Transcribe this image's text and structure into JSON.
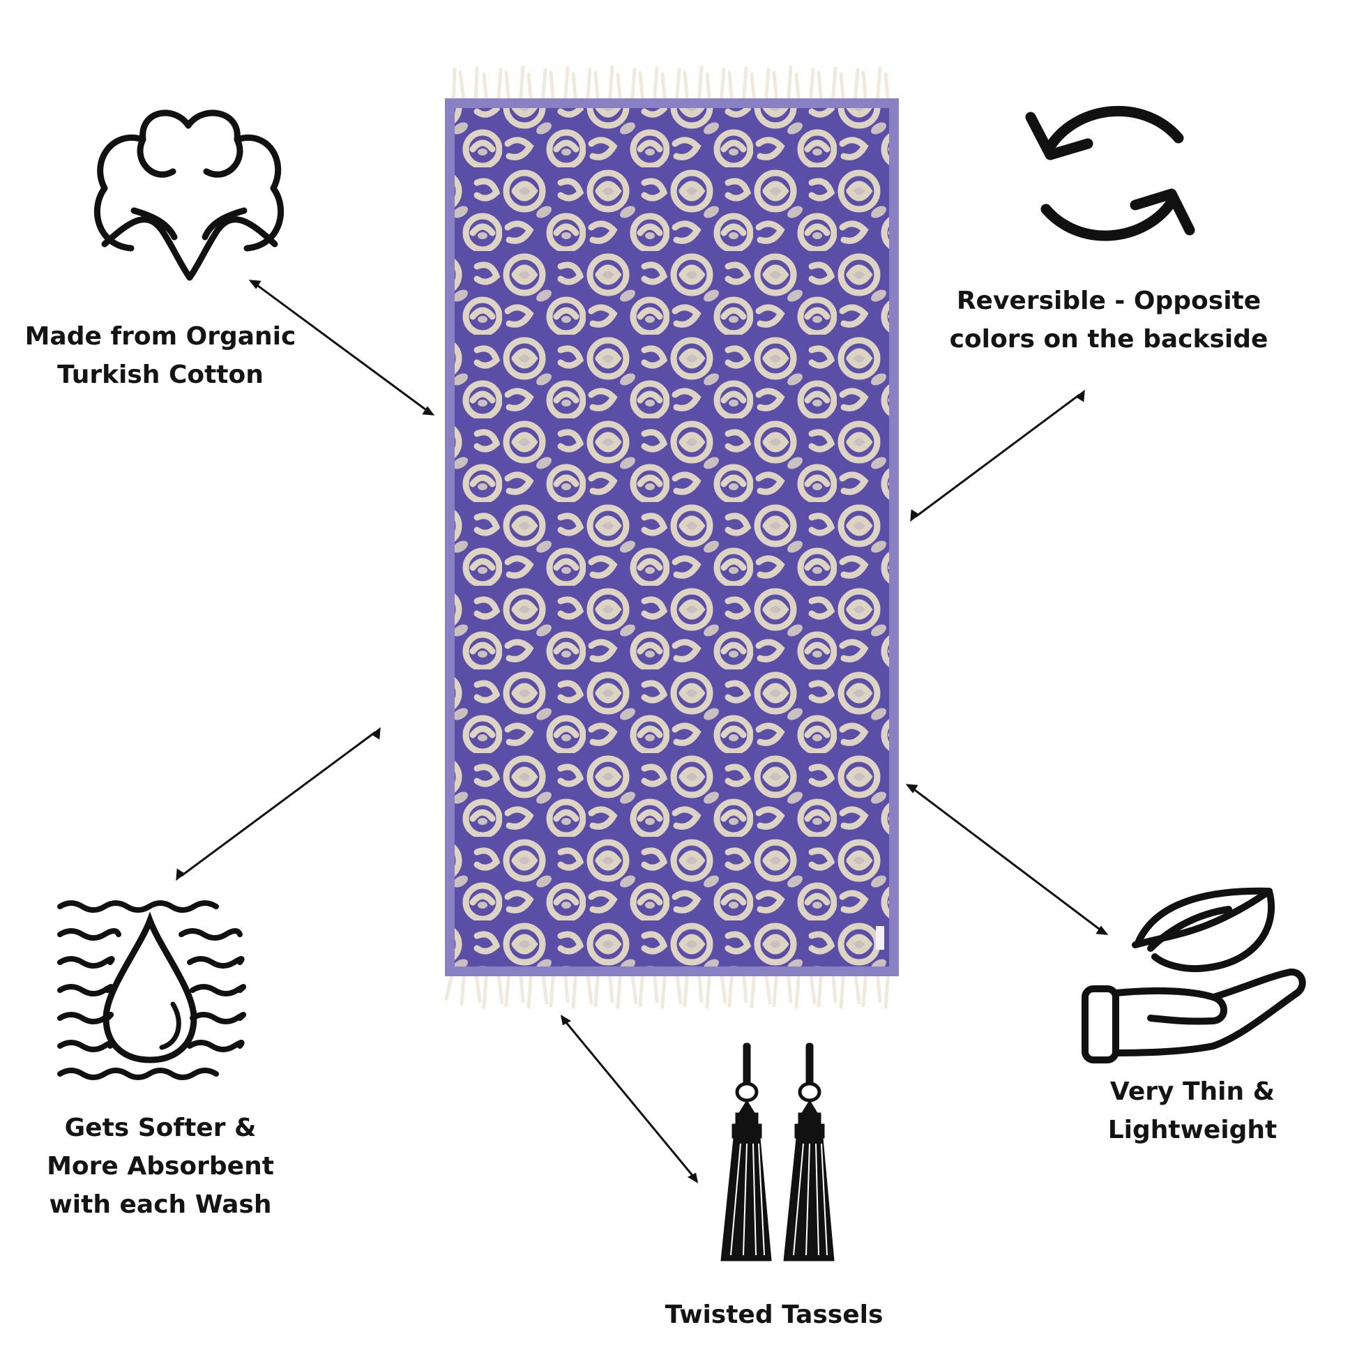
{
  "features": {
    "cotton": {
      "icon": "cotton-boll-icon",
      "lines": [
        "Made from Organic",
        "Turkish Cotton"
      ]
    },
    "reversible": {
      "icon": "reverse-arrows-icon",
      "lines": [
        "Reversible - Opposite",
        "colors on the backside"
      ]
    },
    "softer": {
      "icon": "water-drop-waves-icon",
      "lines": [
        "Gets Softer &",
        "More Absorbent",
        "with each Wash"
      ]
    },
    "light": {
      "icon": "leaf-hand-icon",
      "lines": [
        "Very Thin &",
        "Lightweight"
      ]
    },
    "tassels": {
      "icon": "tassels-icon",
      "lines": [
        "Twisted Tassels"
      ]
    }
  },
  "product": {
    "name": "rose-pattern-towel"
  },
  "colors": {
    "towel_purple": "#5b4ea6",
    "towel_cream": "#ddd4c4",
    "fringe": "#efe9de",
    "ink": "#111111"
  }
}
